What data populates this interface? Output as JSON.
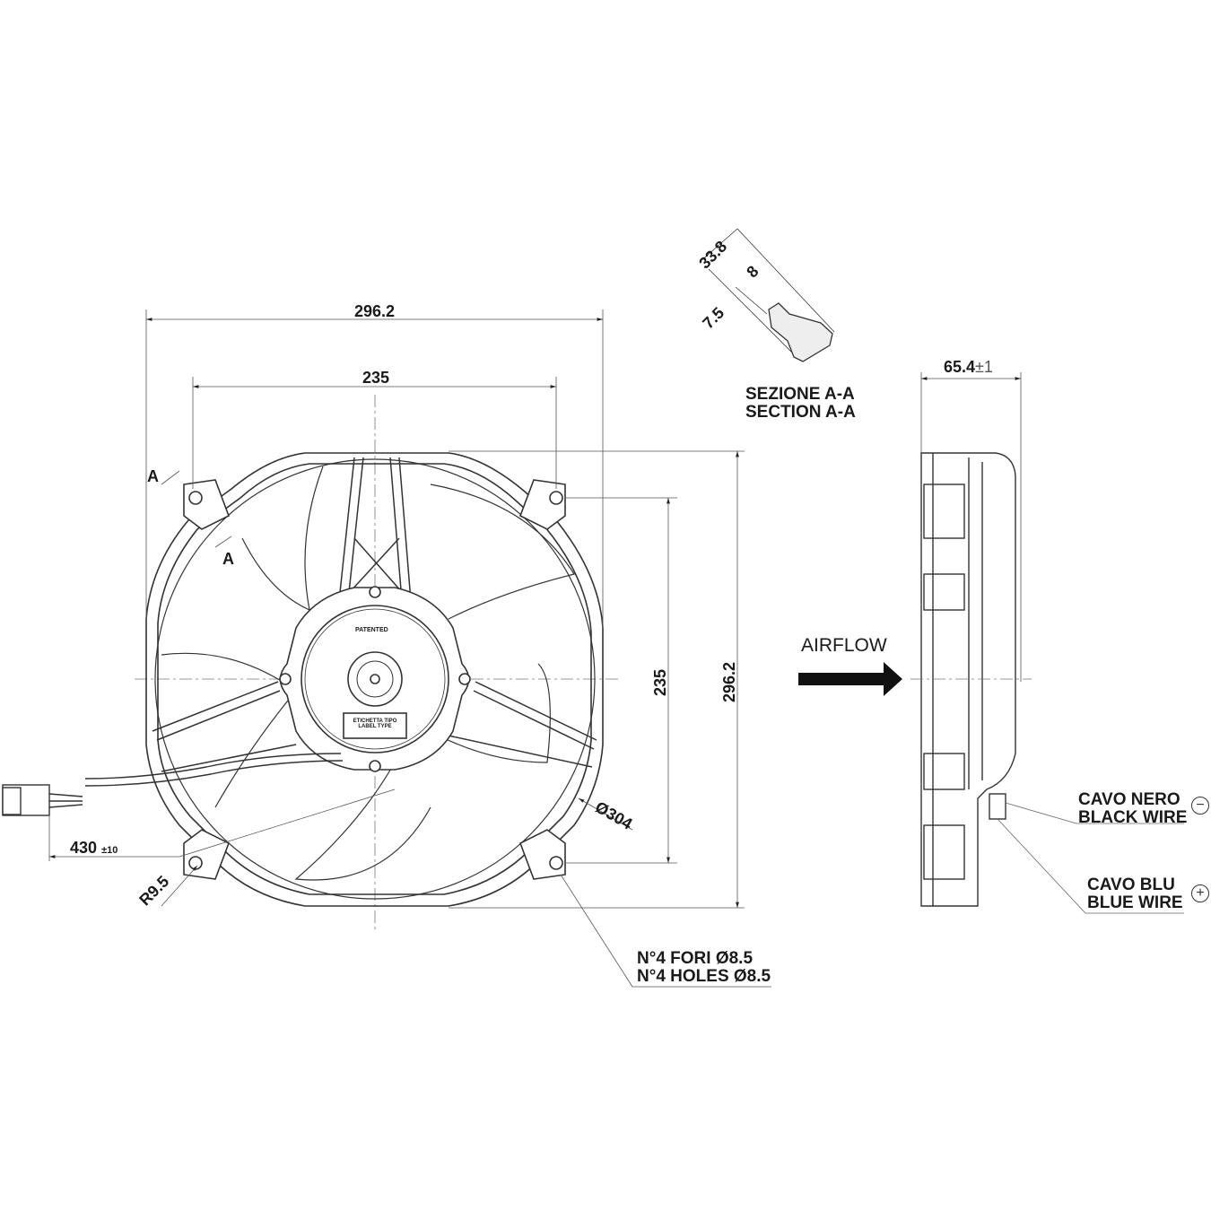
{
  "drawing": {
    "front_view": {
      "dim_overall_width": "296.2",
      "dim_hole_spacing_width": "235",
      "dim_hole_spacing_height": "235",
      "dim_overall_height": "296.2",
      "dim_fan_diameter": "Ø304",
      "dim_cable_length": "430",
      "dim_cable_tolerance": "±10",
      "dim_radius": "R9.5",
      "section_marker": "A",
      "motor_label_patented": "PATENTED",
      "motor_label_type_line1": "ETICHETTA TIPO",
      "motor_label_type_line2": "LABEL TYPE",
      "holes_note_it": "N°4 FORI Ø8.5",
      "holes_note_en": "N°4 HOLES Ø8.5"
    },
    "section_view": {
      "dim_total": "33.8",
      "dim_upper": "8",
      "dim_lower": "7.5",
      "title_it": "SEZIONE A-A",
      "title_en": "SECTION A-A"
    },
    "side_view": {
      "dim_depth": "65.4",
      "dim_depth_tolerance": "±1",
      "airflow_label": "AIRFLOW",
      "black_wire_it": "CAVO NERO",
      "black_wire_en": "BLACK WIRE",
      "black_wire_polarity": "−",
      "blue_wire_it": "CAVO BLU",
      "blue_wire_en": "BLUE WIRE",
      "blue_wire_polarity": "+"
    }
  }
}
